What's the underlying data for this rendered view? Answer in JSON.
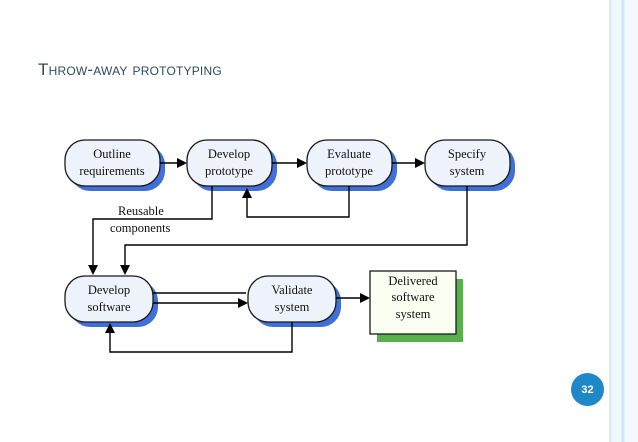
{
  "slide": {
    "title": "Throw-away Prototyping",
    "page_number": "32"
  },
  "diagram": {
    "nodes": {
      "outline": {
        "line1": "Outline",
        "line2": "requirements"
      },
      "develop_prototype": {
        "line1": "Develop",
        "line2": "prototype"
      },
      "evaluate_prototype": {
        "line1": "Evaluate",
        "line2": "prototype"
      },
      "specify_system": {
        "line1": "Specify",
        "line2": "system"
      },
      "develop_software": {
        "line1": "Develop",
        "line2": "software"
      },
      "validate_system": {
        "line1": "Validate",
        "line2": "system"
      },
      "delivered_system": {
        "line1": "Delivered",
        "line2": "software",
        "line3": "system"
      }
    },
    "edge_label": {
      "line1": "Reusable",
      "line2": "components"
    }
  },
  "colors": {
    "node_fill": "#eef3fb",
    "node_shadow": "#3f6fd8",
    "delivered_fill": "#fafff2",
    "delivered_shadow": "#58b04a",
    "badge": "#1e88c8",
    "title": "#2e4a62"
  }
}
